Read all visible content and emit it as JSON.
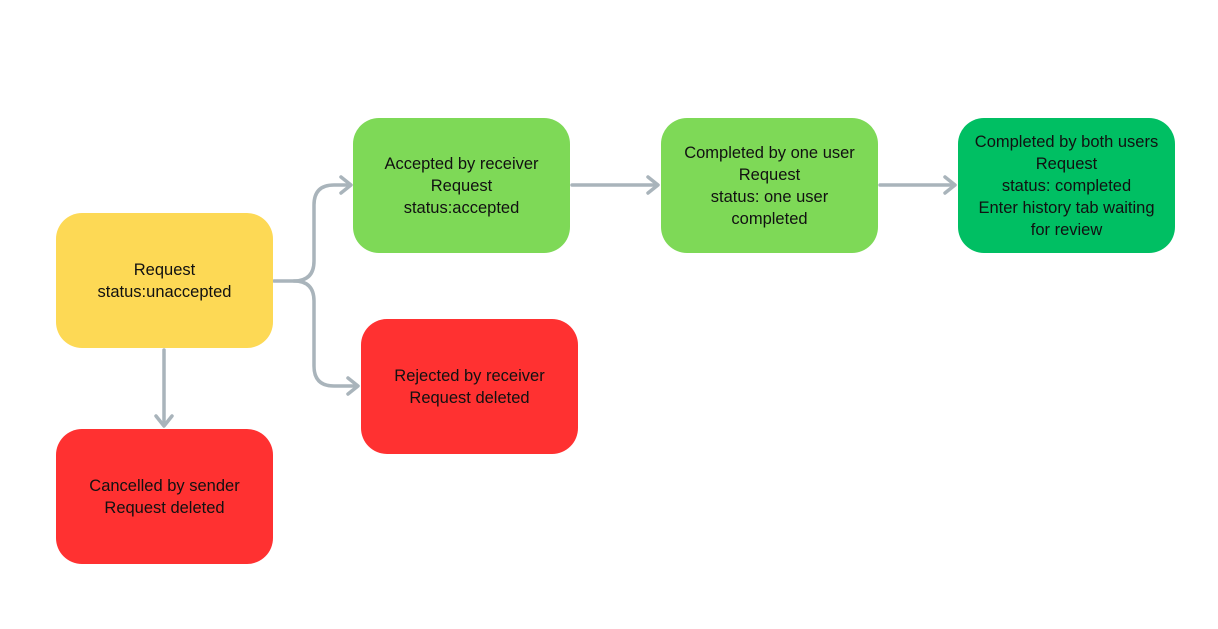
{
  "colors": {
    "pending": "#fdd955",
    "accepted": "#7ed957",
    "completed": "#00bf63",
    "rejected": "#ff3131",
    "connector": "#a9b4bb"
  },
  "nodes": {
    "unaccepted": {
      "lines": [
        "Request",
        "status:unaccepted"
      ]
    },
    "accepted": {
      "lines": [
        "Accepted by receiver",
        "Request",
        "status:accepted"
      ]
    },
    "one_user_completed": {
      "lines": [
        "Completed by one user",
        "Request",
        "status: one user",
        "completed"
      ]
    },
    "both_users_completed": {
      "lines": [
        "Completed by both users",
        "Request",
        "status: completed",
        "Enter history tab waiting",
        "for review"
      ]
    },
    "rejected": {
      "lines": [
        "Rejected by receiver",
        "Request deleted"
      ]
    },
    "cancelled": {
      "lines": [
        "Cancelled by sender",
        "Request deleted"
      ]
    }
  },
  "edges": [
    {
      "from": "unaccepted",
      "to": "accepted"
    },
    {
      "from": "unaccepted",
      "to": "rejected"
    },
    {
      "from": "unaccepted",
      "to": "cancelled"
    },
    {
      "from": "accepted",
      "to": "one_user_completed"
    },
    {
      "from": "one_user_completed",
      "to": "both_users_completed"
    }
  ]
}
